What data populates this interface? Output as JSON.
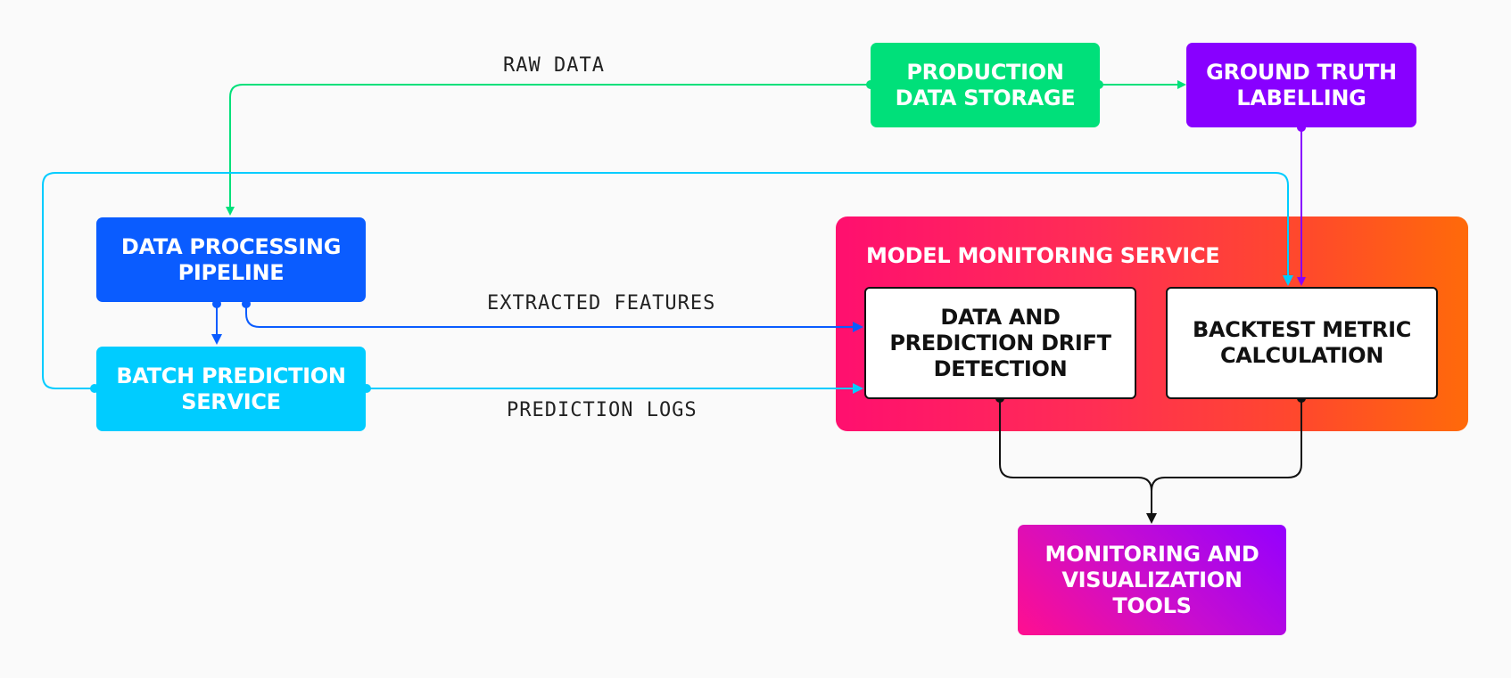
{
  "nodes": {
    "production_data_storage": "PRODUCTION\nDATA STORAGE",
    "ground_truth_labelling": "GROUND TRUTH\nLABELLING",
    "data_processing_pipeline": "DATA PROCESSING\nPIPELINE",
    "batch_prediction_service": "BATCH PREDICTION\nSERVICE",
    "model_monitoring_service": "MODEL MONITORING SERVICE",
    "drift_detection": "DATA AND\nPREDICTION DRIFT\nDETECTION",
    "backtest_metric_calculation": "BACKTEST METRIC\nCALCULATION",
    "monitoring_visualization_tools": "MONITORING AND\nVISUALIZATION\nTOOLS"
  },
  "edge_labels": {
    "raw_data": "RAW DATA",
    "extracted_features": "EXTRACTED FEATURES",
    "prediction_logs": "PREDICTION LOGS"
  },
  "colors": {
    "green": "#00e07a",
    "purple": "#8800ff",
    "blue": "#0a5cff",
    "cyan": "#00ccff",
    "monitoring_gradient_start": "#ff0f6f",
    "monitoring_gradient_end": "#ff6a0a",
    "tools_gradient_start": "#ff0f8f",
    "tools_gradient_end": "#9400ff",
    "line_black": "#111111"
  }
}
